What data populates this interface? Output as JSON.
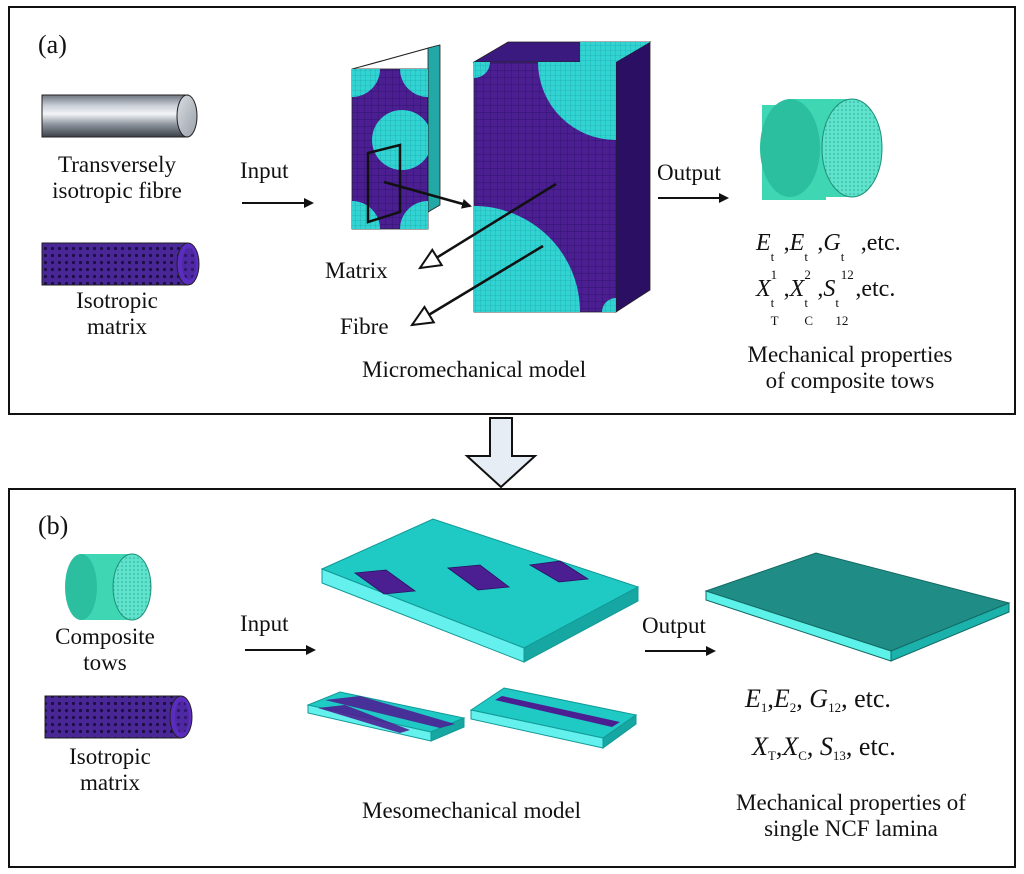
{
  "panel_a": {
    "label": "(a)",
    "fibre_label_line1": "Transversely",
    "fibre_label_line2": "isotropic fibre",
    "matrix_label_line1": "Isotropic",
    "matrix_label_line2": "matrix",
    "input_label": "Input",
    "output_label": "Output",
    "model_callout_matrix": "Matrix",
    "model_callout_fibre": "Fibre",
    "model_caption": "Micromechanical model",
    "properties_line1": "E₁ᵗ, E₂ᵗ, G₁₂ᵗ, etc.",
    "properties_line2": "Xₜᵗ, X꜀ᵗ, S₁₂ᵗ, etc.",
    "result_caption_line1": "Mechanical properties",
    "result_caption_line2": "of composite tows",
    "props": {
      "E": "E",
      "G": "G",
      "X": "X",
      "S": "S",
      "sub1": "1",
      "sub2": "2",
      "sub12": "12",
      "subT": "T",
      "subC": "C",
      "sup_t": "t",
      "etc": "etc.",
      "comma": ","
    }
  },
  "panel_b": {
    "label": "(b)",
    "tows_label_line1": "Composite",
    "tows_label_line2": "tows",
    "matrix_label_line1": "Isotropic",
    "matrix_label_line2": "matrix",
    "input_label": "Input",
    "output_label": "Output",
    "model_caption": "Mesomechanical model",
    "properties_line1": "E₁, E₂, G₁₂, etc.",
    "properties_line2": "Xₜ, X꜀, S₁₃, etc.",
    "result_caption_line1": "Mechanical properties of",
    "result_caption_line2": "single NCF lamina",
    "props": {
      "E": "E",
      "G": "G",
      "X": "X",
      "S": "S",
      "sub1": "1",
      "sub2": "2",
      "sub12": "12",
      "sub13": "13",
      "subT": "T",
      "subC": "C",
      "etc": "etc.",
      "comma": ","
    }
  },
  "colors": {
    "matrix_purple": "#4a1f8f",
    "fibre_cyan": "#2fd3d0",
    "tow_teal": "#3fd6b4",
    "lamina_teal": "#1f8c86",
    "frame": "#111111",
    "transition_arrow_fill": "#e6edf5"
  }
}
